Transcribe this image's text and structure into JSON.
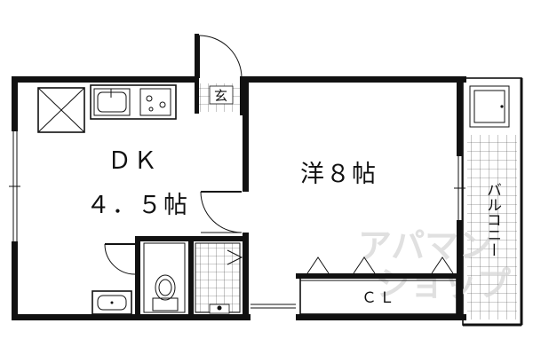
{
  "rooms": {
    "dk_name": "ＤＫ",
    "dk_size": "４．５帖",
    "western_room": "洋８帖",
    "closet": "ＣＬ",
    "entrance": "玄",
    "balcony": "バルコニー"
  },
  "watermark": {
    "line1": "アパマン",
    "line2": "ショップ"
  }
}
